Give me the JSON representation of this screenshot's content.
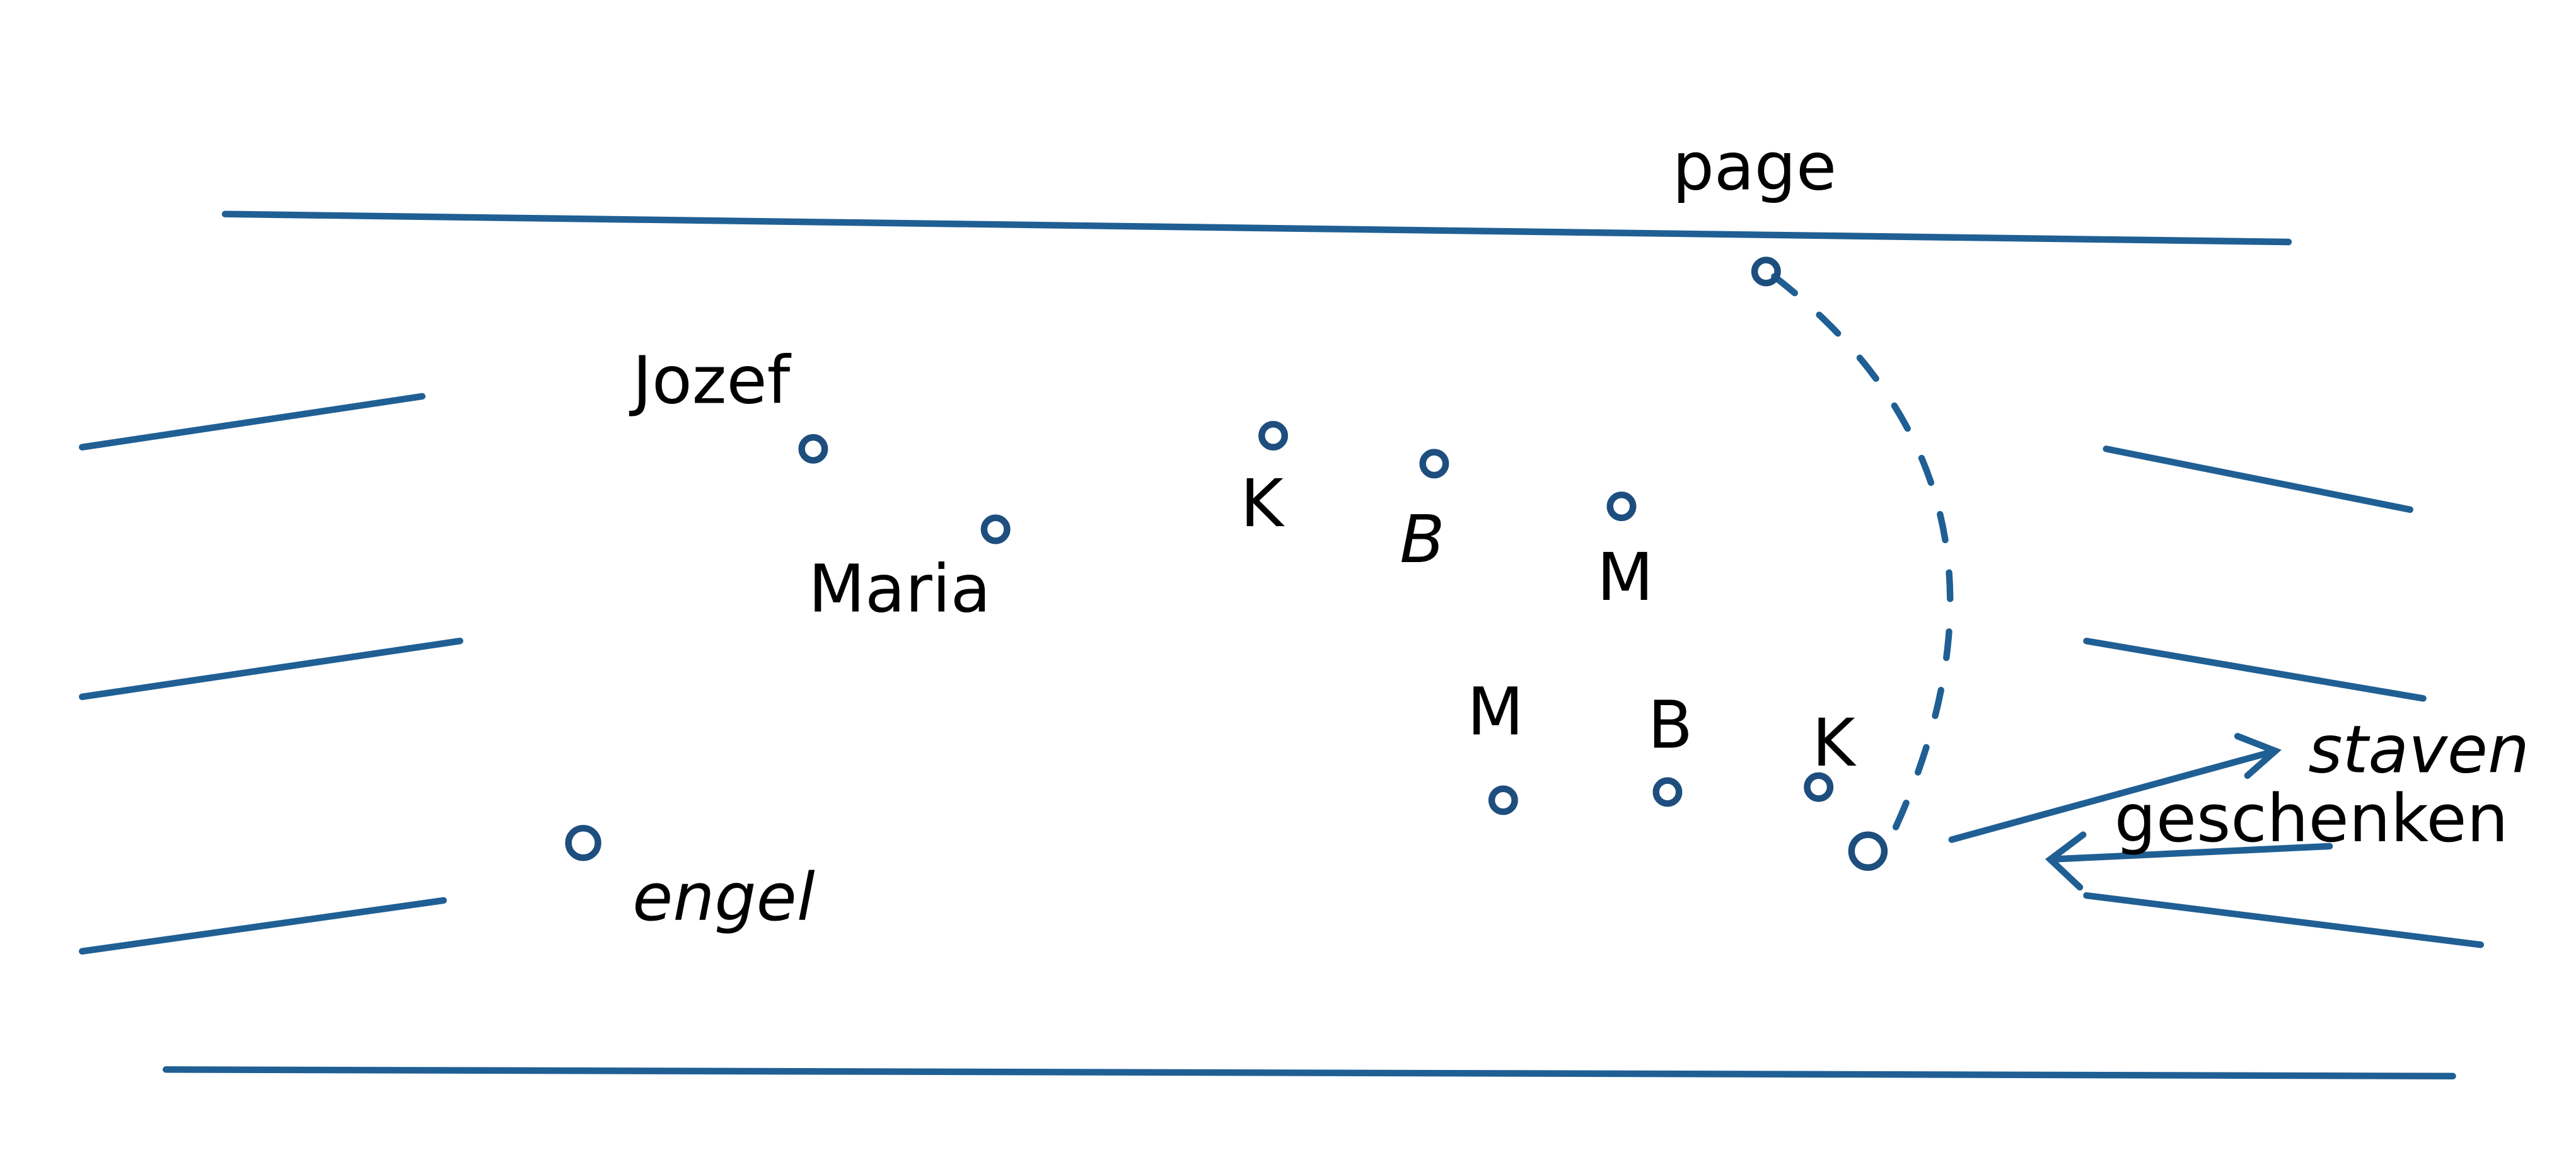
{
  "labels": {
    "page": "page",
    "jozef": "Jozef",
    "maria": "Maria",
    "k1": "K",
    "b1": "B",
    "m1": "M",
    "m2": "M",
    "b2": "B",
    "k2": "K",
    "engel": "engel",
    "staven": "staven",
    "geschenken": "geschenken"
  },
  "colors": {
    "ink": "#1f5f94"
  }
}
